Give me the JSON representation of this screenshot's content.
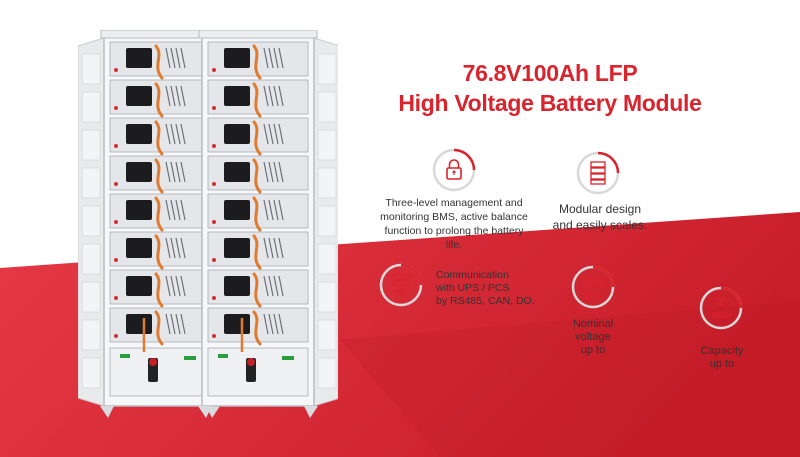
{
  "title": {
    "line1": "76.8V100Ah  LFP",
    "line2": "High Voltage Battery Module"
  },
  "features": {
    "bms": {
      "icon": "lock-icon",
      "lines": [
        "Three-level management and",
        "monitoring BMS, active balance",
        "function to prolong the battery life."
      ]
    },
    "modular": {
      "icon": "battery-stack-icon",
      "lines": [
        "Modular design",
        "and easily scales."
      ]
    },
    "communication": {
      "icon": "server-network-icon",
      "lines": [
        "Communication",
        "with UPS / PCS",
        "by RS485, CAN, DO."
      ]
    },
    "voltage": {
      "value": "1000",
      "unit": "VDC",
      "lines": [
        "Nominal",
        "voltage",
        "up to"
      ]
    },
    "capacity": {
      "value": "2",
      "unit": "MWh",
      "lines": [
        "Capacity",
        "up to"
      ]
    }
  },
  "colors": {
    "brand_red": "#d9232d",
    "ring_grey": "#d8d8d8",
    "cable_orange": "#e07a2e"
  }
}
